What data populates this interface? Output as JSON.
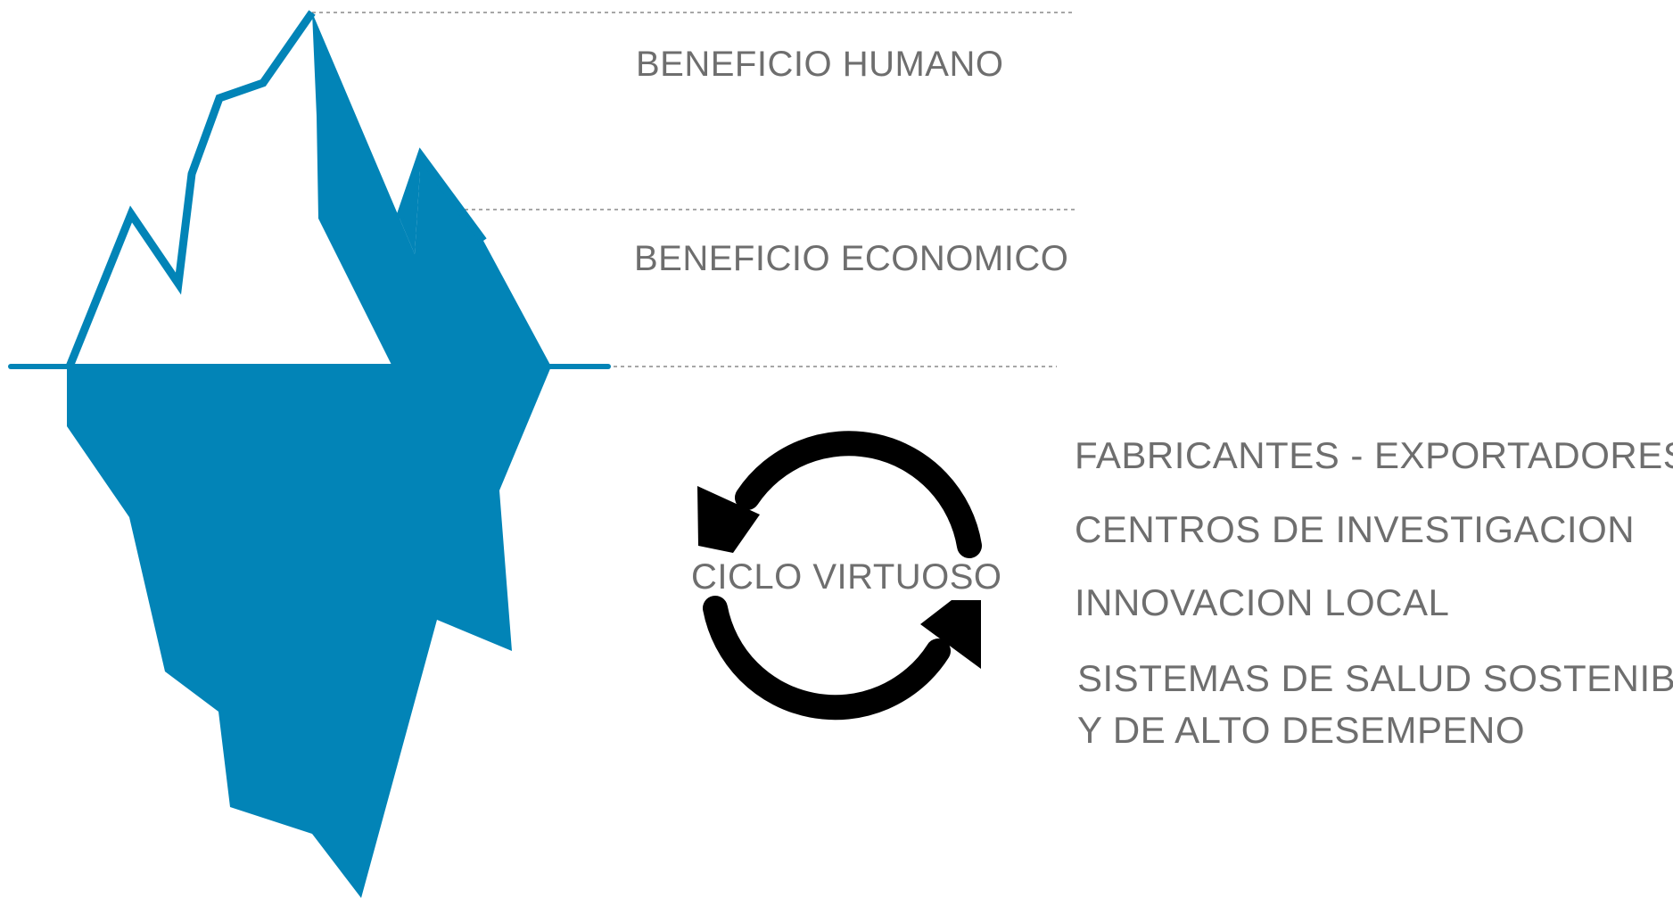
{
  "colors": {
    "iceberg": "#0284b7",
    "text": "#6e6e6e",
    "cycle_arrows": "#000000",
    "guide_lines": "#8a8a8a",
    "background": "#ffffff"
  },
  "above_water": {
    "top_label": "BENEFICIO HUMANO",
    "middle_label": "BENEFICIO ECONOMICO"
  },
  "cycle": {
    "label": "CICLO VIRTUOSO",
    "icon": "circular-refresh-arrows-icon"
  },
  "below_water": {
    "items": [
      "FABRICANTES - EXPORTADORES",
      "CENTROS DE INVESTIGACION",
      "INNOVACION LOCAL",
      "SISTEMAS DE SALUD SOSTENIBLES",
      "Y DE ALTO DESEMPENO"
    ]
  }
}
